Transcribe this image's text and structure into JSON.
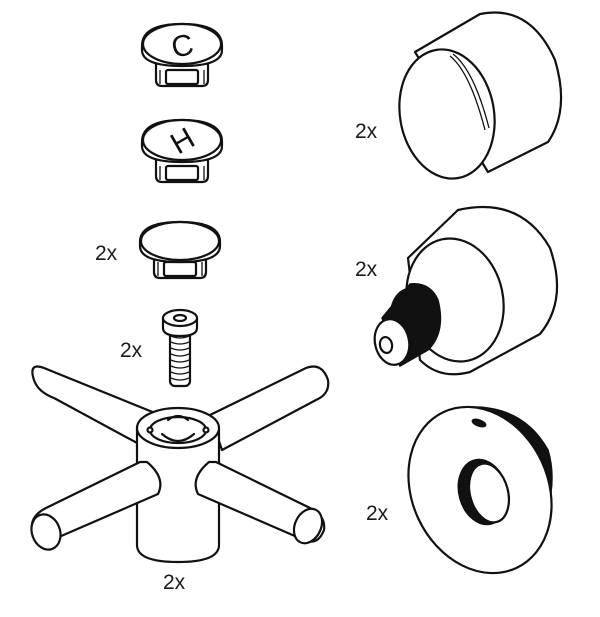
{
  "diagram": {
    "type": "exploded parts view",
    "subject": "cross-handle tap handle kit",
    "colors": {
      "line": "#111111",
      "background": "#ffffff",
      "label": "#1a1a1a"
    },
    "parts": [
      {
        "id": "cap-cold",
        "glyph": "C",
        "label": ""
      },
      {
        "id": "cap-hot",
        "glyph": "H",
        "label": ""
      },
      {
        "id": "cap-plain",
        "label": "2x"
      },
      {
        "id": "screw",
        "label": "2x"
      },
      {
        "id": "cross-handle",
        "label": "2x"
      },
      {
        "id": "sleeve",
        "label": "2x"
      },
      {
        "id": "spline-adapter",
        "label": "2x"
      },
      {
        "id": "ring-rosette",
        "label": "2x"
      }
    ]
  }
}
